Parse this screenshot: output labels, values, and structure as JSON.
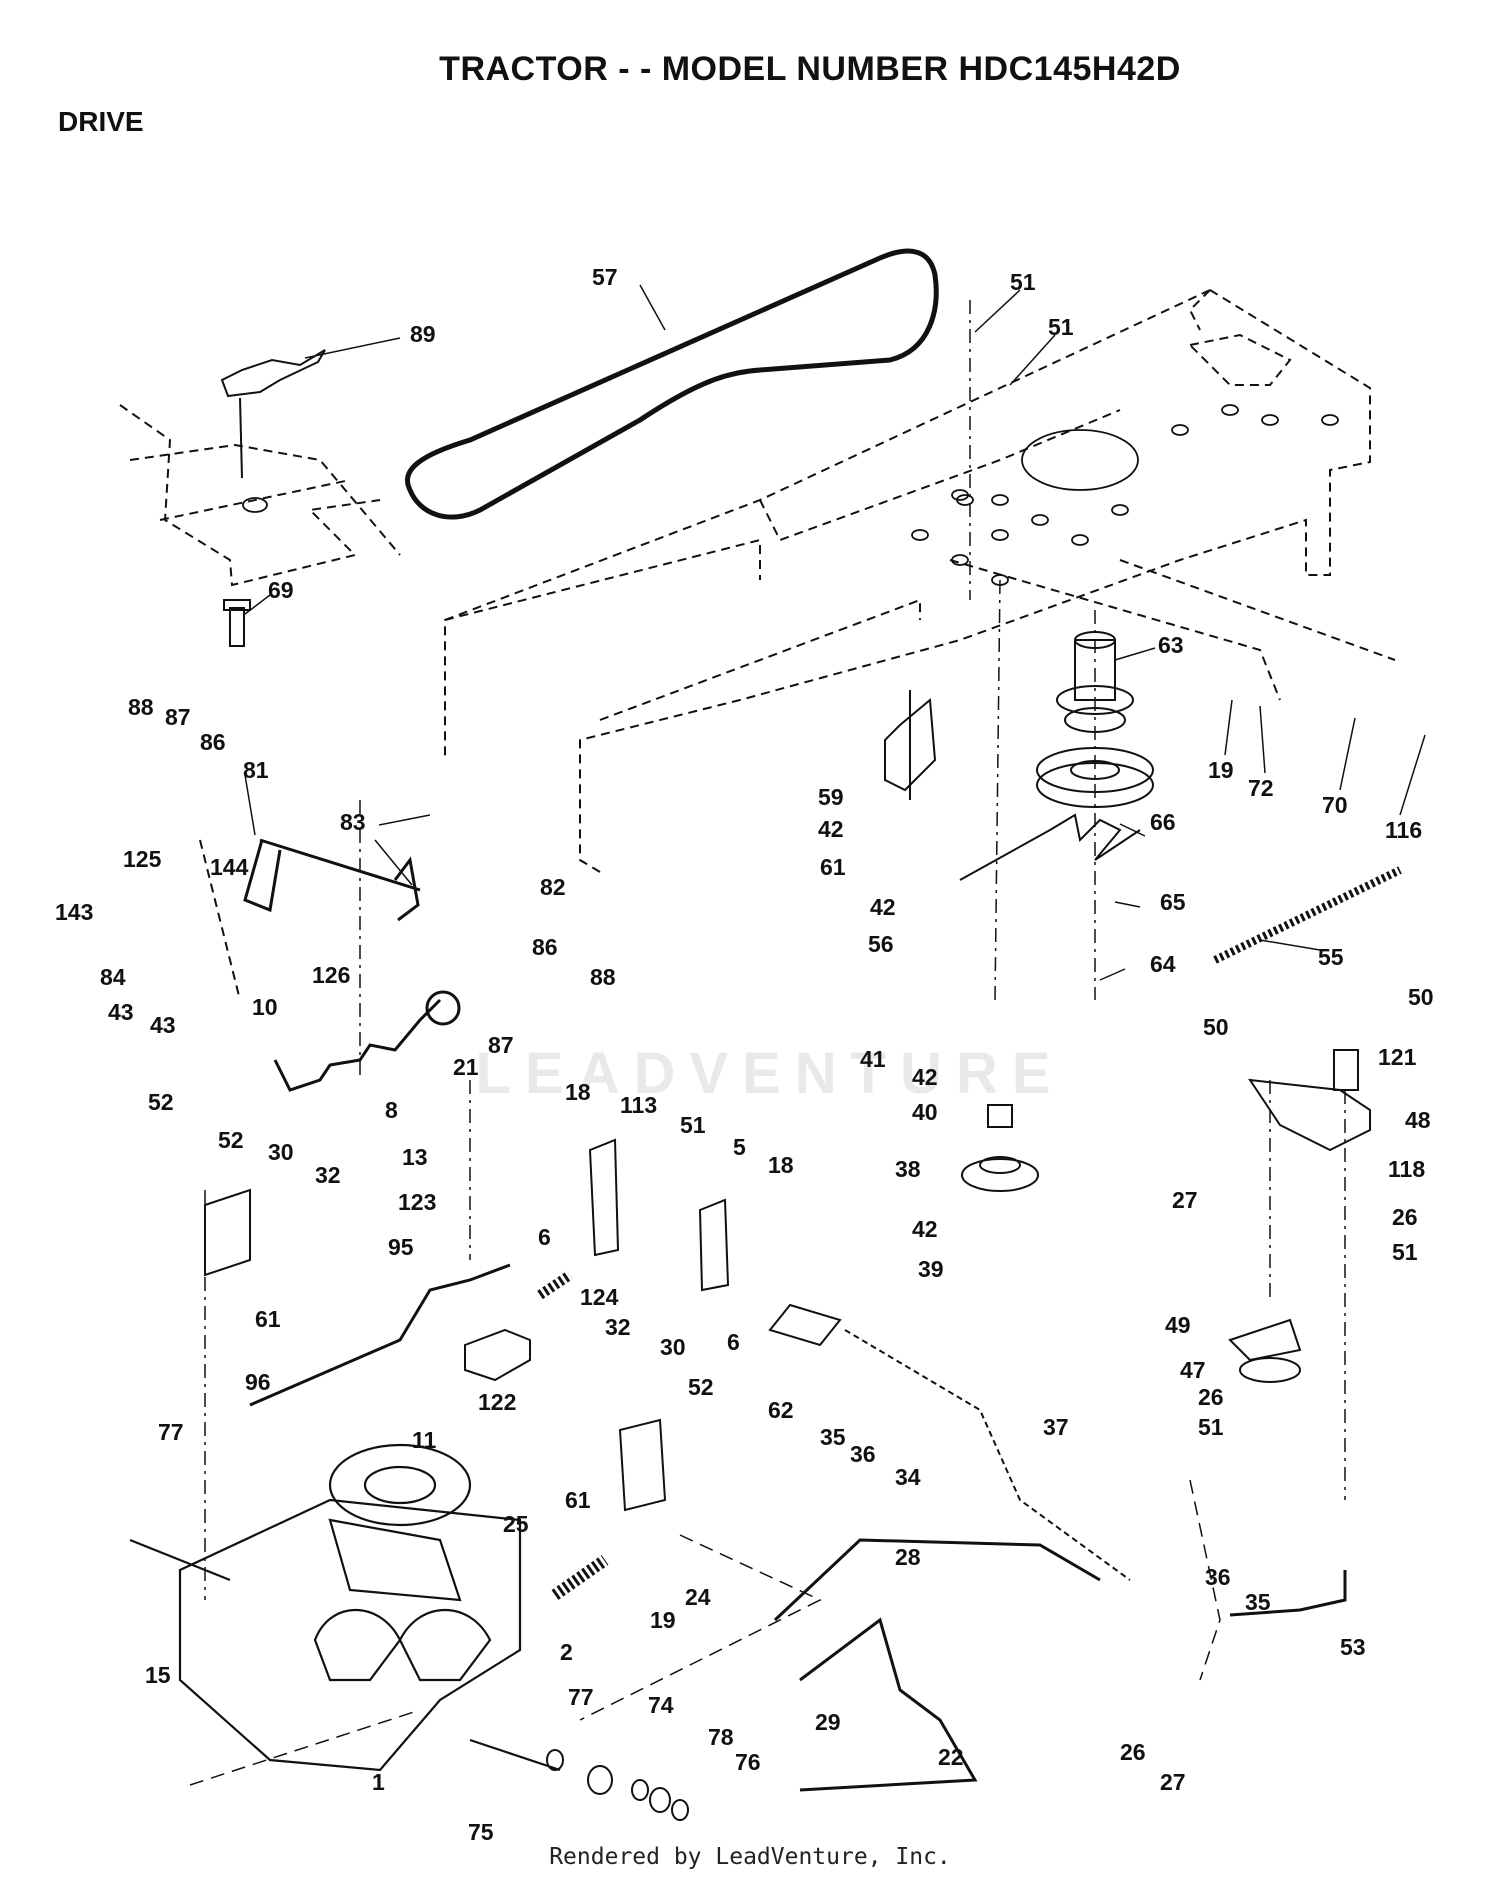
{
  "header": {
    "title": "TRACTOR - - MODEL NUMBER HDC145H42D",
    "section": "DRIVE"
  },
  "footer": {
    "text": "Rendered by LeadVenture, Inc."
  },
  "watermark": {
    "text": "LEADVENTURE"
  },
  "colors": {
    "ink": "#111111",
    "watermark": "#e9e9e9",
    "background": "#ffffff"
  },
  "callouts": [
    {
      "id": "c57",
      "label": "57"
    },
    {
      "id": "c51a",
      "label": "51"
    },
    {
      "id": "c51b",
      "label": "51"
    },
    {
      "id": "c89",
      "label": "89"
    },
    {
      "id": "c69",
      "label": "69"
    },
    {
      "id": "c63",
      "label": "63"
    },
    {
      "id": "c19a",
      "label": "19"
    },
    {
      "id": "c72",
      "label": "72"
    },
    {
      "id": "c70",
      "label": "70"
    },
    {
      "id": "c116",
      "label": "116"
    },
    {
      "id": "c88a",
      "label": "88"
    },
    {
      "id": "c87a",
      "label": "87"
    },
    {
      "id": "c86a",
      "label": "86"
    },
    {
      "id": "c81",
      "label": "81"
    },
    {
      "id": "c83",
      "label": "83"
    },
    {
      "id": "c82",
      "label": "82"
    },
    {
      "id": "c125",
      "label": "125"
    },
    {
      "id": "c144",
      "label": "144"
    },
    {
      "id": "c143",
      "label": "143"
    },
    {
      "id": "c84",
      "label": "84"
    },
    {
      "id": "c43a",
      "label": "43"
    },
    {
      "id": "c43b",
      "label": "43"
    },
    {
      "id": "c126",
      "label": "126"
    },
    {
      "id": "c86b",
      "label": "86"
    },
    {
      "id": "c88b",
      "label": "88"
    },
    {
      "id": "c87b",
      "label": "87"
    },
    {
      "id": "c59",
      "label": "59"
    },
    {
      "id": "c42a",
      "label": "42"
    },
    {
      "id": "c61a",
      "label": "61"
    },
    {
      "id": "c42b",
      "label": "42"
    },
    {
      "id": "c56",
      "label": "56"
    },
    {
      "id": "c66",
      "label": "66"
    },
    {
      "id": "c65",
      "label": "65"
    },
    {
      "id": "c64",
      "label": "64"
    },
    {
      "id": "c55",
      "label": "55"
    },
    {
      "id": "c10",
      "label": "10"
    },
    {
      "id": "c21",
      "label": "21"
    },
    {
      "id": "c8",
      "label": "8"
    },
    {
      "id": "c41",
      "label": "41"
    },
    {
      "id": "c42c",
      "label": "42"
    },
    {
      "id": "c40",
      "label": "40"
    },
    {
      "id": "c38",
      "label": "38"
    },
    {
      "id": "c42d",
      "label": "42"
    },
    {
      "id": "c39",
      "label": "39"
    },
    {
      "id": "c50a",
      "label": "50"
    },
    {
      "id": "c50b",
      "label": "50"
    },
    {
      "id": "c121",
      "label": "121"
    },
    {
      "id": "c48",
      "label": "48"
    },
    {
      "id": "c27a",
      "label": "27"
    },
    {
      "id": "c118",
      "label": "118"
    },
    {
      "id": "c26a",
      "label": "26"
    },
    {
      "id": "c51c",
      "label": "51"
    },
    {
      "id": "c52a",
      "label": "52"
    },
    {
      "id": "c52b",
      "label": "52"
    },
    {
      "id": "c30a",
      "label": "30"
    },
    {
      "id": "c32a",
      "label": "32"
    },
    {
      "id": "c61b",
      "label": "61"
    },
    {
      "id": "c18a",
      "label": "18"
    },
    {
      "id": "c113",
      "label": "113"
    },
    {
      "id": "c51d",
      "label": "51"
    },
    {
      "id": "c5",
      "label": "5"
    },
    {
      "id": "c18b",
      "label": "18"
    },
    {
      "id": "c6a",
      "label": "6"
    },
    {
      "id": "c6b",
      "label": "6"
    },
    {
      "id": "c13",
      "label": "13"
    },
    {
      "id": "c123",
      "label": "123"
    },
    {
      "id": "c95",
      "label": "95"
    },
    {
      "id": "c124",
      "label": "124"
    },
    {
      "id": "c122",
      "label": "122"
    },
    {
      "id": "c96",
      "label": "96"
    },
    {
      "id": "c11",
      "label": "11"
    },
    {
      "id": "c32b",
      "label": "32"
    },
    {
      "id": "c30b",
      "label": "30"
    },
    {
      "id": "c52c",
      "label": "52"
    },
    {
      "id": "c61c",
      "label": "61"
    },
    {
      "id": "c62",
      "label": "62"
    },
    {
      "id": "c35a",
      "label": "35"
    },
    {
      "id": "c36a",
      "label": "36"
    },
    {
      "id": "c34",
      "label": "34"
    },
    {
      "id": "c37",
      "label": "37"
    },
    {
      "id": "c49",
      "label": "49"
    },
    {
      "id": "c47",
      "label": "47"
    },
    {
      "id": "c26b",
      "label": "26"
    },
    {
      "id": "c51e",
      "label": "51"
    },
    {
      "id": "c77a",
      "label": "77"
    },
    {
      "id": "c25",
      "label": "25"
    },
    {
      "id": "c19b",
      "label": "19"
    },
    {
      "id": "c24",
      "label": "24"
    },
    {
      "id": "c28",
      "label": "28"
    },
    {
      "id": "c36b",
      "label": "36"
    },
    {
      "id": "c35b",
      "label": "35"
    },
    {
      "id": "c53",
      "label": "53"
    },
    {
      "id": "c15",
      "label": "15"
    },
    {
      "id": "c2",
      "label": "2"
    },
    {
      "id": "c77b",
      "label": "77"
    },
    {
      "id": "c29",
      "label": "29"
    },
    {
      "id": "c74",
      "label": "74"
    },
    {
      "id": "c78",
      "label": "78"
    },
    {
      "id": "c76",
      "label": "76"
    },
    {
      "id": "c22",
      "label": "22"
    },
    {
      "id": "c26c",
      "label": "26"
    },
    {
      "id": "c27b",
      "label": "27"
    },
    {
      "id": "c1",
      "label": "1"
    },
    {
      "id": "c75",
      "label": "75"
    }
  ]
}
